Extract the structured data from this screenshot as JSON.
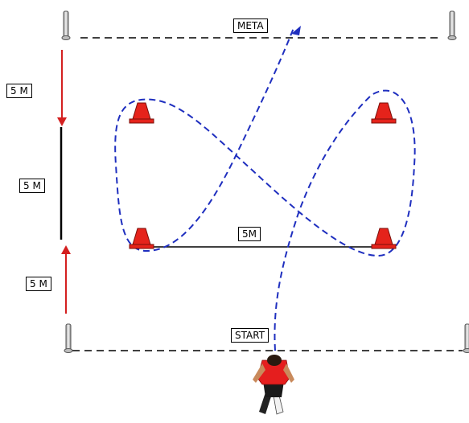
{
  "labels": {
    "finish": "META",
    "start": "START",
    "cone_distance": "5M",
    "left_top": "5 M",
    "left_middle": "5 M",
    "left_bottom": "5 M"
  },
  "colors": {
    "path": "#1f2fbf",
    "arrow": "#d42020",
    "cone": "#e5231b",
    "line": "#000000",
    "player_shirt": "#e51e1e"
  },
  "icons": {
    "pole": "field-pole-icon",
    "cone": "training-cone-icon",
    "player": "running-player-icon"
  }
}
